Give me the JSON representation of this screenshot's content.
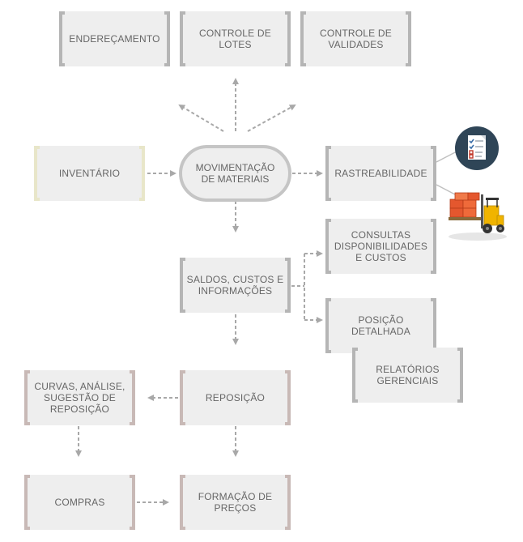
{
  "colors": {
    "box_fill": "#eeeeee",
    "bracket_gray": "#b5b5b5",
    "bracket_cream": "#e8e6c9",
    "bracket_rose": "#c8b9b6",
    "text": "#666666",
    "connector": "#a8a8a8"
  },
  "nodes": {
    "enderecamento": "ENDEREÇAMENTO",
    "controle_lotes": "CONTROLE DE\nLOTES",
    "controle_validades": "CONTROLE DE\nVALIDADES",
    "inventario": "INVENTÁRIO",
    "movimentacao": "MOVIMENTAÇÃO\nDE MATERIAIS",
    "rastreabilidade": "RASTREABILIDADE",
    "consultas": "CONSULTAS\nDISPONIBILIDADES\nE CUSTOS",
    "saldos": "SALDOS, CUSTOS E\nINFORMAÇÕES",
    "posicao": "POSIÇÃO\nDETALHADA",
    "relatorios": "RELATÓRIOS\nGERENCIAIS",
    "curvas": "CURVAS, ANÁLISE,\nSUGESTÃO DE\nREPOSIÇÃO",
    "reposicao": "REPOSIÇÃO",
    "compras": "COMPRAS",
    "formacao": "FORMAÇÃO DE\nPREÇOS"
  },
  "illustrations": [
    "checklist-icon",
    "forklift-icon"
  ]
}
